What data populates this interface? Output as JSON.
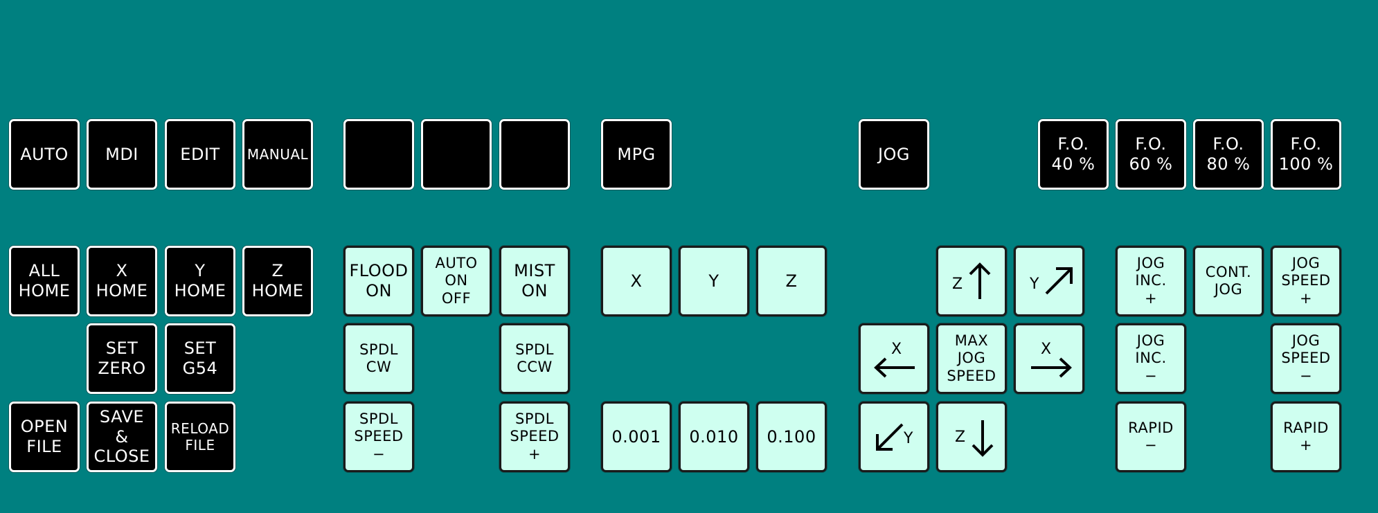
{
  "colors": {
    "background": "#008080",
    "dark_key": "#000000",
    "dark_key_text": "#ffffff",
    "light_key": "#cffff0",
    "light_key_text": "#000000"
  },
  "mode_keys": {
    "auto": "AUTO",
    "mdi": "MDI",
    "edit": "EDIT",
    "manual": "MANUAL",
    "blank1": "",
    "blank2": "",
    "blank3": "",
    "mpg": "MPG",
    "jog": "JOG",
    "fo40": "F.O.\n40 %",
    "fo60": "F.O.\n60 %",
    "fo80": "F.O.\n80 %",
    "fo100": "F.O.\n100 %"
  },
  "home_keys": {
    "all_home": "ALL\nHOME",
    "x_home": "X\nHOME",
    "y_home": "Y\nHOME",
    "z_home": "Z\nHOME",
    "set_zero": "SET\nZERO",
    "set_g54": "SET\nG54",
    "open_file": "OPEN\nFILE",
    "save_close": "SAVE\n&\nCLOSE",
    "reload_file": "RELOAD\nFILE"
  },
  "coolant_spindle_keys": {
    "flood_on": "FLOOD\nON",
    "auto_on_off": "AUTO\nON\nOFF",
    "mist_on": "MIST\nON",
    "spdl_cw": "SPDL\nCW",
    "spdl_ccw": "SPDL\nCCW",
    "spdl_speed_minus": "SPDL\nSPEED\n−",
    "spdl_speed_plus": "SPDL\nSPEED\n+"
  },
  "axis_keys": {
    "x": "X",
    "y": "Y",
    "z": "Z",
    "inc_0001": "0.001",
    "inc_0010": "0.010",
    "inc_0100": "0.100"
  },
  "jog_keys": {
    "z_up_axis": "Z",
    "y_diag_axis": "Y",
    "x_left_axis": "X",
    "max_jog_speed": "MAX\nJOG\nSPEED",
    "x_right_axis": "X",
    "y_down_axis": "Y",
    "z_down_axis": "Z"
  },
  "jog_settings_keys": {
    "jog_inc_plus": "JOG\nINC.\n+",
    "cont_jog": "CONT.\nJOG",
    "jog_speed_plus": "JOG\nSPEED\n+",
    "jog_inc_minus": "JOG\nINC.\n−",
    "jog_speed_minus": "JOG\nSPEED\n−",
    "rapid_minus": "RAPID\n−",
    "rapid_plus": "RAPID\n+"
  }
}
